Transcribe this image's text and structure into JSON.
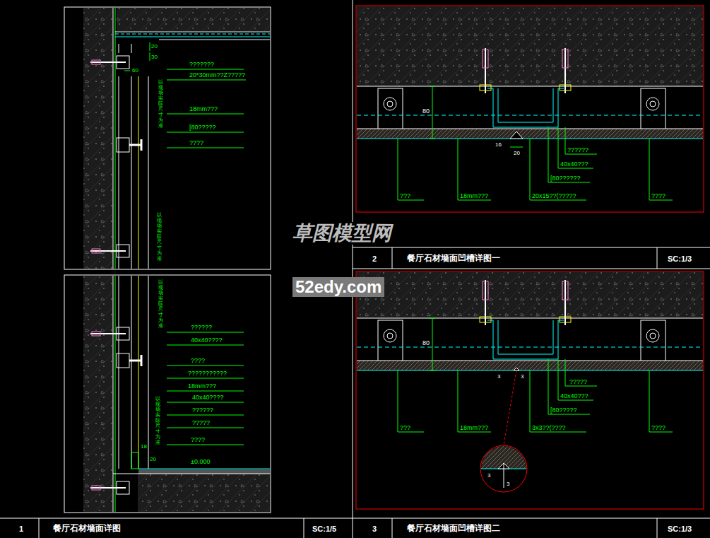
{
  "diagram": {
    "labels": [
      "20",
      "30",
      "60",
      "???????",
      "20*30mm??Z?????",
      "以现场实际尺寸为准",
      "18mm???",
      "[80?????",
      "????",
      "以现场实际尺寸为准",
      "以现场实际尺寸为准",
      "??????",
      "40x40????",
      "????",
      "???????????",
      "18mm???",
      "40x40????",
      "??????",
      "?????",
      "以现场实际尺寸为准",
      "????",
      "18",
      "20",
      "±0.000",
      "80",
      "16",
      "20",
      "??????",
      "40x40???",
      "[80??????",
      "???",
      "18mm???",
      "20x15??(?????",
      "????",
      "2",
      "餐厅石材墙面凹槽详图一",
      "SC:1/3",
      "草图模型网",
      "52edy.com",
      "80",
      "3",
      "3",
      "?????",
      "40x40???",
      "[80?????",
      "???",
      "18mm???",
      "3x3??(????",
      "????",
      "3",
      "3",
      "1",
      "餐厅石材墙面详图",
      "SC:1/5",
      "3",
      "餐厅石材墙面凹槽详图二",
      "SC:1/3"
    ]
  }
}
